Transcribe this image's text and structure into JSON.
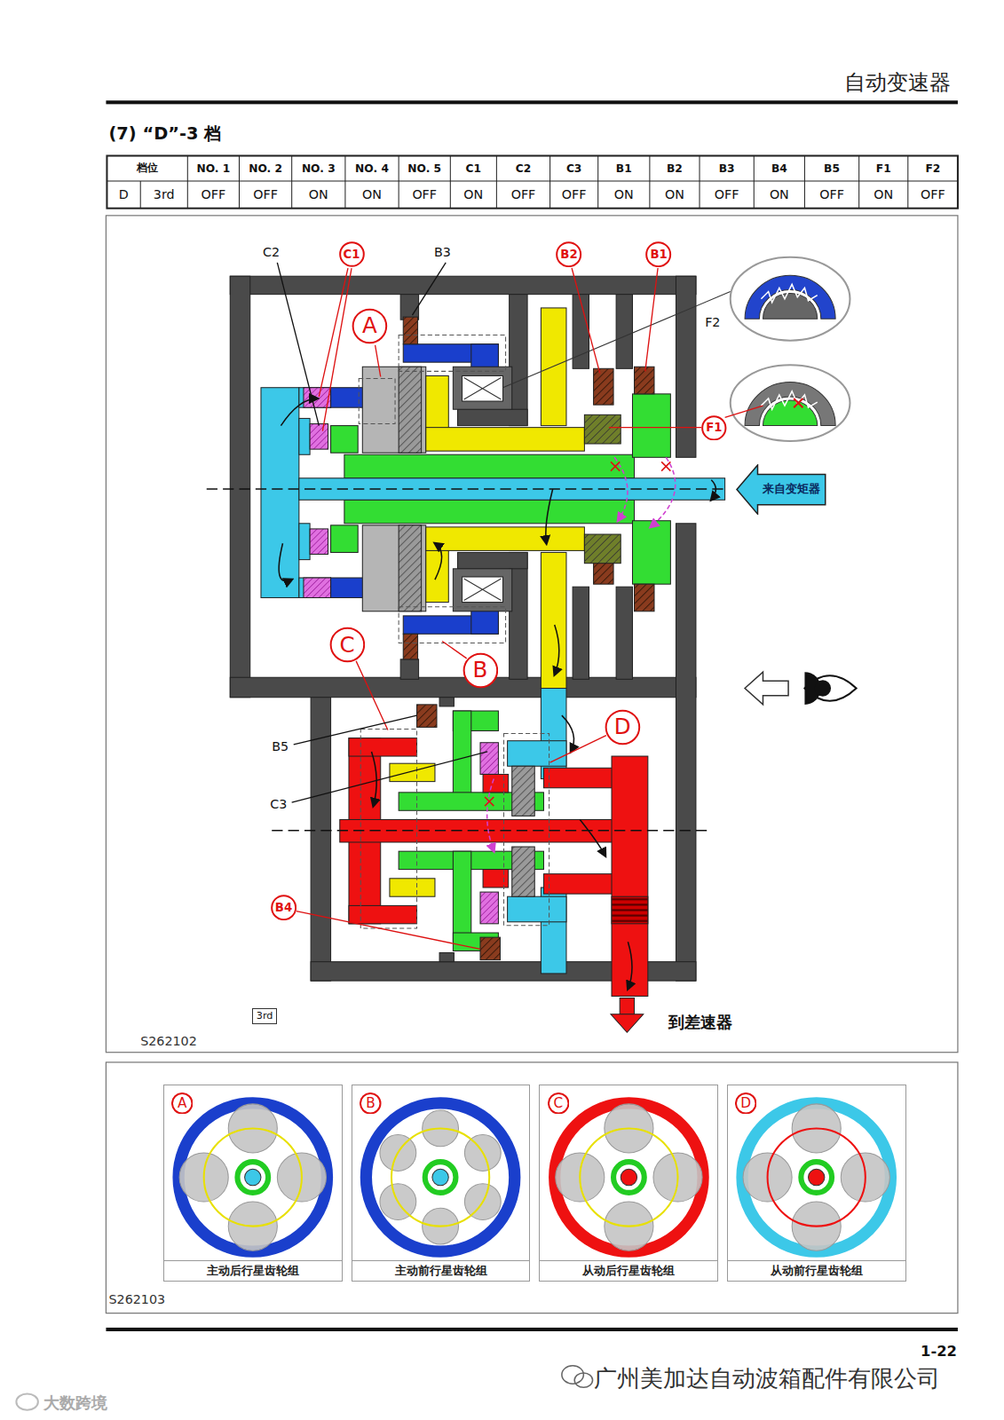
{
  "diagram": {
    "title": "(7) “D”-3 档",
    "nodes": [
      {
        "text": [
          "C1"
        ]
      },
      {
        "text": [
          "B2"
        ]
      },
      {
        "text": [
          "B1"
        ]
      },
      {
        "text": [
          "A"
        ]
      },
      {
        "text": [
          "F1"
        ]
      },
      {
        "text": [
          "来自变矩器"
        ]
      },
      {
        "text": [
          "C"
        ]
      },
      {
        "text": [
          "B"
        ]
      },
      {
        "text": [
          "D"
        ]
      },
      {
        "text": [
          "B4"
        ]
      },
      {
        "text": [
          "3rd"
        ]
      },
      {
        "text": [
          "主动后行星齿轮组"
        ]
      },
      {
        "text": [
          "A"
        ],
        "in": 11
      },
      {
        "text": [
          "主动前行星齿轮组"
        ]
      },
      {
        "text": [
          "B"
        ],
        "in": 13
      },
      {
        "text": [
          "从动后行星齿轮组"
        ]
      },
      {
        "text": [
          "C"
        ],
        "in": 15
      },
      {
        "text": [
          "从动前行星齿轮组"
        ]
      },
      {
        "text": [
          "D"
        ],
        "in": 17
      }
    ],
    "labels": [
      "自动变速器",
      "档位",
      "NO. 1",
      "NO. 2",
      "NO. 3",
      "NO. 4",
      "NO. 5",
      "C1",
      "C2",
      "C3",
      "B1",
      "B2",
      "B3",
      "B4",
      "B5",
      "F1",
      "F2",
      "D",
      "3rd",
      "OFF",
      "OFF",
      "ON",
      "ON",
      "OFF",
      "ON",
      "OFF",
      "OFF",
      "ON",
      "ON",
      "OFF",
      "ON",
      "OFF",
      "ON",
      "OFF",
      "C2",
      "B3",
      "F2",
      "B5",
      "C3",
      "S262102",
      "到差速器",
      "S262103",
      "1-22",
      "广州美加达自动波箱配件有限公司",
      "大数跨境"
    ]
  }
}
